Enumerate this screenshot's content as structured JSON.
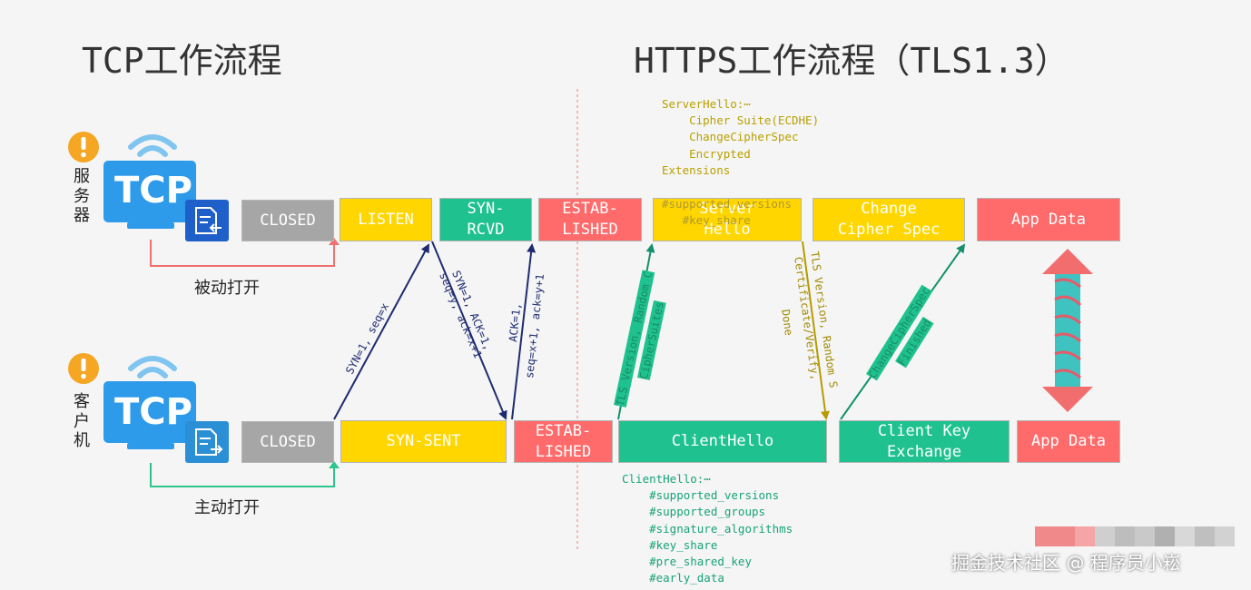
{
  "titles": {
    "tcp": "TCP工作流程",
    "https": "HTTPS工作流程（TLS1.3）"
  },
  "server": {
    "role": "服务器",
    "icon_text": "TCP",
    "open_label": "被动打开"
  },
  "client": {
    "role": "客户机",
    "icon_text": "TCP",
    "open_label": "主动打开"
  },
  "server_states": {
    "closed": "CLOSED",
    "listen": "LISTEN",
    "syn_rcvd": "SYN-\nRCVD",
    "established": "ESTAB-\nLISHED",
    "server_hello": "Server\nHello",
    "change_cipher_spec": "Change\nCipher Spec",
    "app_data": "App Data"
  },
  "client_states": {
    "closed": "CLOSED",
    "syn_sent": "SYN-SENT",
    "established": "ESTAB-\nLISHED",
    "client_hello": "ClientHello",
    "client_key_exchange": "Client Key\nExchange",
    "app_data": "App Data"
  },
  "messages": {
    "syn": "SYN=1, seq=x",
    "syn_ack_1": "SYN=1, ACK=1,",
    "syn_ack_2": "seq=y, ack=x+1",
    "ack_1": "ACK=1,",
    "ack_2": "seq=x+1, ack=y+1",
    "client_hello_1": "TLS Version, Random C",
    "client_hello_2": "CipherSuites",
    "server_hello_1": "TLS Version, Random S",
    "server_hello_2": "Certificate/Verify,",
    "server_hello_3": "Done",
    "key_exchange_1": "ChangeCipherSpec",
    "key_exchange_2": "Finished"
  },
  "server_hello_note": {
    "lines": "ServerHello:⋯\n    Cipher Suite(ECDHE)\n    ChangeCipherSpec\n    Encrypted\nExtensions"
  },
  "server_hello_overlay": {
    "lines": "#supported_versions\n   #key_share"
  },
  "client_hello_note": {
    "lines": "ClientHello:⋯\n    #supported_versions\n    #supported_groups\n    #signature_algorithms\n    #key_share\n    #pre_shared_key\n    #early_data"
  },
  "watermark": "掘金技术社区 @ 程序员小崧",
  "colors": {
    "gray": "#a6a6a6",
    "yellow": "#ffd600",
    "green": "#1fc28e",
    "red": "#ff6b6b",
    "navy_arrow": "#1f2b70",
    "teal_arrow": "#14906c",
    "olive_arrow": "#b59b00",
    "server_line": "#f07070",
    "client_line": "#2ec48d"
  },
  "icons": {
    "warning": "warning-icon",
    "wifi": "wifi-signal-icon",
    "monitor": "monitor-icon",
    "server_badge": "document-inbound-icon",
    "client_badge": "document-outbound-icon"
  }
}
